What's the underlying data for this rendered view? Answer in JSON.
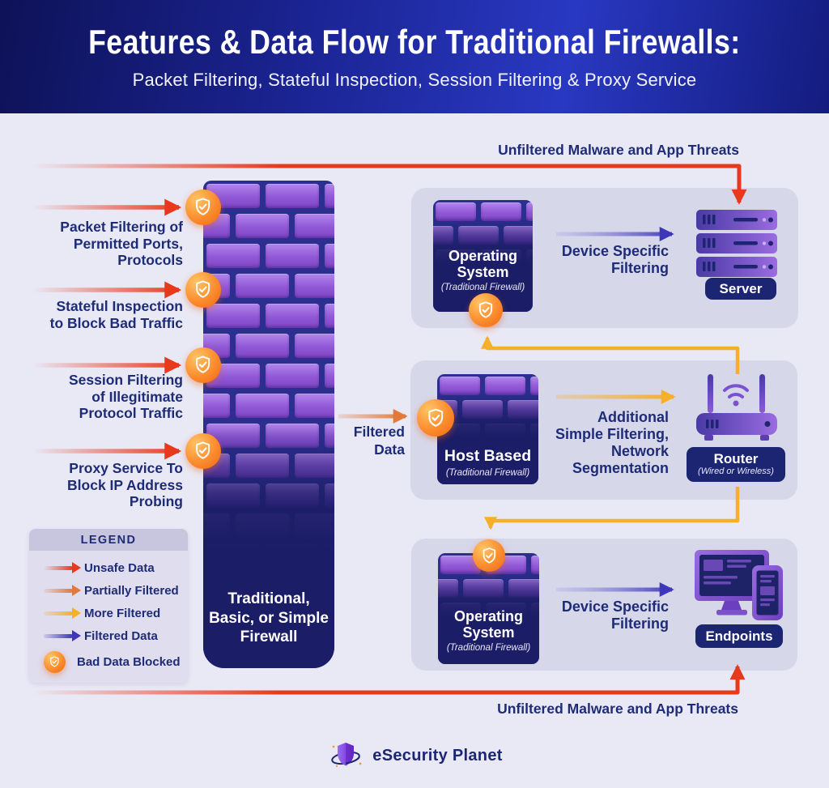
{
  "header": {
    "title": "Features & Data Flow for Traditional Firewalls:",
    "subtitle": "Packet Filtering, Stateful Inspection, Session Filtering & Proxy Service"
  },
  "threat_flow": {
    "top_label": "Unfiltered Malware and App Threats",
    "bottom_label": "Unfiltered Malware and App Threats"
  },
  "left_features": [
    {
      "label": "Packet Filtering of\nPermitted Ports,\nProtocols"
    },
    {
      "label": "Stateful Inspection\nto Block Bad Traffic"
    },
    {
      "label": "Session Filtering\nof Illegitimate\nProtocol Traffic"
    },
    {
      "label": "Proxy Service To\nBlock IP Address\nProbing"
    }
  ],
  "main_firewall": {
    "label": "Traditional,\nBasic, or Simple\nFirewall"
  },
  "filtered_data_label": "Filtered\nData",
  "panels": [
    {
      "firewall_title": "Operating\nSystem",
      "firewall_subtitle": "(Traditional Firewall)",
      "flow_label": "Device Specific\nFiltering",
      "device_label": "Server"
    },
    {
      "firewall_title": "Host Based",
      "firewall_subtitle": "(Traditional Firewall)",
      "flow_label": "Additional\nSimple Filtering,\nNetwork\nSegmentation",
      "device_label": "Router",
      "device_subtitle": "(Wired or Wireless)"
    },
    {
      "firewall_title": "Operating\nSystem",
      "firewall_subtitle": "(Traditional Firewall)",
      "flow_label": "Device Specific\nFiltering",
      "device_label": "Endpoints"
    }
  ],
  "legend": {
    "title": "LEGEND",
    "items": [
      {
        "label": "Unsafe Data",
        "icon": "red-arrow-icon",
        "color": "#e8391c"
      },
      {
        "label": "Partially Filtered",
        "icon": "orange-arrow-icon",
        "color": "#e2793a"
      },
      {
        "label": "More Filtered",
        "icon": "yellow-arrow-icon",
        "color": "#f5af29"
      },
      {
        "label": "Filtered Data",
        "icon": "blue-arrow-icon",
        "color": "#3d36bb"
      },
      {
        "label": "Bad Data Blocked",
        "icon": "shield-check-icon",
        "color": "#f8821c"
      }
    ]
  },
  "footer": {
    "brand": "eSecurity Planet"
  },
  "icons": {
    "shield": "shield-check-icon",
    "server": "server-rack-icon",
    "router": "wireless-router-icon",
    "endpoints": "monitor-and-phone-icon",
    "logo": "esecurity-planet-shield-orbit-logo"
  },
  "colors": {
    "background": "#e9e8f5",
    "header_navy": "#0e1257",
    "header_blue": "#2938c2",
    "text_navy": "#1e2b77",
    "unsafe_red": "#e8391c",
    "partially_filtered_orange": "#e2793a",
    "more_filtered_yellow": "#f5af29",
    "filtered_blue": "#3d36bb",
    "shield_orange": "#f8821c",
    "brick_purple": "#9158d6",
    "mortar_navy": "#2c2f90",
    "wall_base_navy": "#1b1d66",
    "pill_navy": "#1b2572",
    "panel_fill": "#c6c5df"
  }
}
